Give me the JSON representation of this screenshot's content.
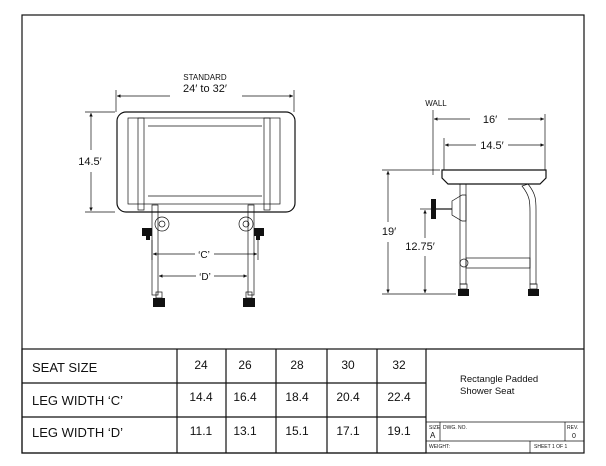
{
  "front_view": {
    "standard_label": "STANDARD",
    "width_range": "24′ to 32′",
    "height": "14.5′",
    "leg_c": "‘C’",
    "leg_d": "‘D’"
  },
  "side_view": {
    "wall_label": "WALL",
    "depth_total": "16′",
    "depth_seat": "14.5′",
    "height_total": "19′",
    "height_mount": "12.75′"
  },
  "table": {
    "row_labels": [
      "SEAT SIZE",
      "LEG WIDTH ‘C’",
      "LEG WIDTH ‘D’"
    ],
    "columns": [
      [
        "24",
        "14.4",
        "11.1"
      ],
      [
        "26",
        "16.4",
        "13.1"
      ],
      [
        "28",
        "18.4",
        "15.1"
      ],
      [
        "30",
        "20.4",
        "17.1"
      ],
      [
        "32",
        "22.4",
        "19.1"
      ]
    ]
  },
  "title_block": {
    "title_line1": "Rectangle Padded",
    "title_line2": "Shower Seat",
    "size_label": "SIZE",
    "size_value": "A",
    "dwg_label": "DWG. NO.",
    "rev_label": "REV.",
    "rev_value": "0",
    "weight_label": "WEIGHT:",
    "sheet_label": "SHEET 1 OF 1"
  }
}
